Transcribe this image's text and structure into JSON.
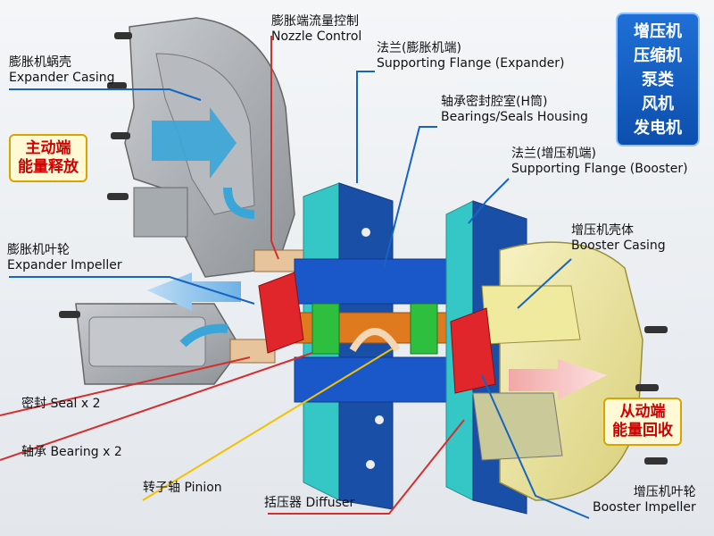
{
  "labels": {
    "nozzle_control": {
      "cn": "膨胀端流量控制",
      "en": "Nozzle Control"
    },
    "expander_casing": {
      "cn": "膨胀机蜗壳",
      "en": "Expander Casing"
    },
    "supporting_flange_expander": {
      "cn": "法兰(膨胀机端)",
      "en": "Supporting Flange (Expander)"
    },
    "bearings_seals_housing": {
      "cn": "轴承密封腔室(H筒)",
      "en": "Bearings/Seals Housing"
    },
    "supporting_flange_booster": {
      "cn": "法兰(增压机端)",
      "en": "Supporting Flange (Booster)"
    },
    "expander_impeller": {
      "cn": "膨胀机叶轮",
      "en": "Expander Impeller"
    },
    "booster_casing": {
      "cn": "增压机壳体",
      "en": "Booster Casing"
    },
    "seal": "密封 Seal x 2",
    "bearing": "轴承 Bearing x 2",
    "pinion": "转子轴 Pinion",
    "diffuser": "括压器 Diffuser",
    "booster_impeller": {
      "cn": "增压机叶轮",
      "en": "Booster Impeller"
    }
  },
  "callouts": {
    "driving_end": {
      "line1": "主动端",
      "line2": "能量释放"
    },
    "driven_end": {
      "line1": "从动端",
      "line2": "能量回收"
    }
  },
  "badge": [
    "增压机",
    "压缩机",
    "泵类",
    "风机",
    "发电机"
  ],
  "colors": {
    "leader_blue": "#1565c0",
    "leader_red": "#d32f2f",
    "leader_yellow": "#f2c200",
    "casing_gray": "#9ea3a8",
    "booster_yellow": "#efe8a0",
    "flange_cyan": "#35c6c6",
    "housing_blue": "#1a57c9",
    "impeller_red": "#e0262a",
    "shaft_orange": "#e07a1f",
    "flow_arrow_cyan": "#3aa6d8"
  }
}
